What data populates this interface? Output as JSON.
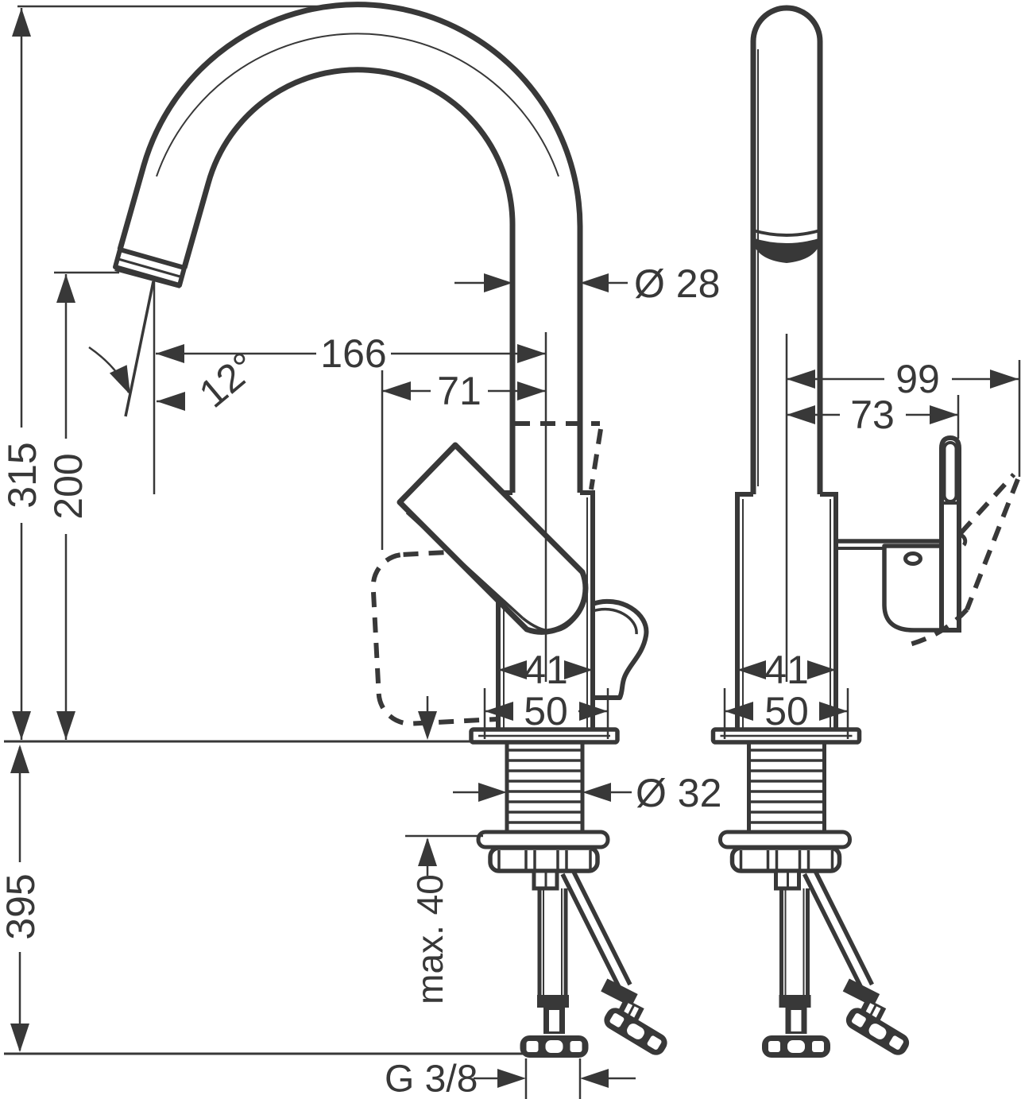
{
  "drawing": {
    "title": "faucet-dimensional-drawing",
    "description": "Two-view technical dimension drawing of a single-lever high-arc faucet with under-counter mounting hardware",
    "line_color": "#383838",
    "background_color": "#ffffff",
    "dims": {
      "total_height": "315",
      "spout_outlet_height": "200",
      "under_counter_length": "395",
      "spout_reach": "166",
      "handle_offset": "71",
      "spout_angle": "12°",
      "spout_pipe_diameter": "Ø 28",
      "shank_diameter": "Ø 32",
      "max_counter_thickness": "max. 40",
      "supply_connection": "G 3/8",
      "body_depth_side": "41",
      "base_depth_side": "50",
      "lever_reach_open": "99",
      "lever_reach": "73",
      "body_width_front": "41",
      "base_width_front": "50"
    }
  }
}
